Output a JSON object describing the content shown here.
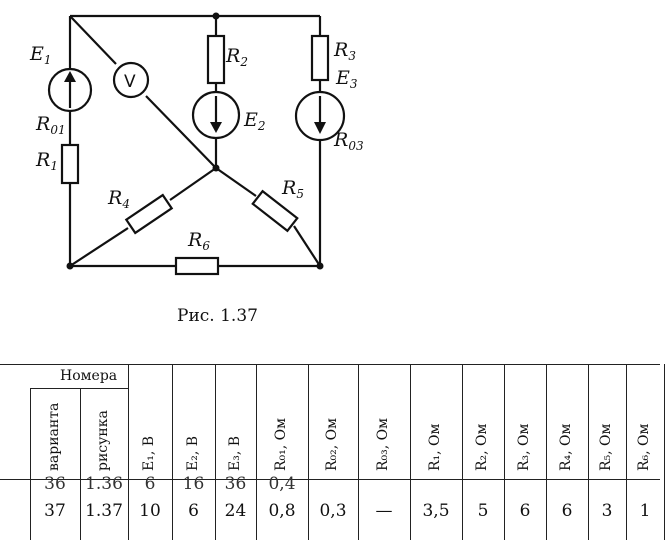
{
  "figure": {
    "caption": "Рис. 1.37",
    "labels": {
      "E1": "E",
      "E1_sub": "1",
      "R01": "R",
      "R01_sub": "01",
      "R1": "R",
      "R1_sub": "1",
      "V": "V",
      "R2": "R",
      "R2_sub": "2",
      "E2": "E",
      "E2_sub": "2",
      "R3": "R",
      "R3_sub": "3",
      "E3": "E",
      "E3_sub": "3",
      "R03": "R",
      "R03_sub": "03",
      "R4": "R",
      "R4_sub": "4",
      "R5": "R",
      "R5_sub": "5",
      "R6": "R",
      "R6_sub": "6"
    }
  },
  "table": {
    "group_header": "Номера",
    "columns": [
      "варианта",
      "рисунка",
      "E₁, В",
      "E₂, В",
      "E₃, В",
      "R₀₁, Ом",
      "R₀₂, Ом",
      "R₀₃, Ом",
      "R₁, Ом",
      "R₂, Ом",
      "R₃, Ом",
      "R₄, Ом",
      "R₅, Ом",
      "R₆, Ом"
    ],
    "row": [
      "37",
      "1.37",
      "10",
      "6",
      "24",
      "0,8",
      "0,3",
      "—",
      "3,5",
      "5",
      "6",
      "6",
      "3",
      "1"
    ],
    "prev_row_partial": [
      "36",
      "1.36",
      "6",
      "16",
      "36",
      "0,4",
      "",
      "",
      "",
      "",
      "",
      "",
      "",
      ""
    ]
  }
}
